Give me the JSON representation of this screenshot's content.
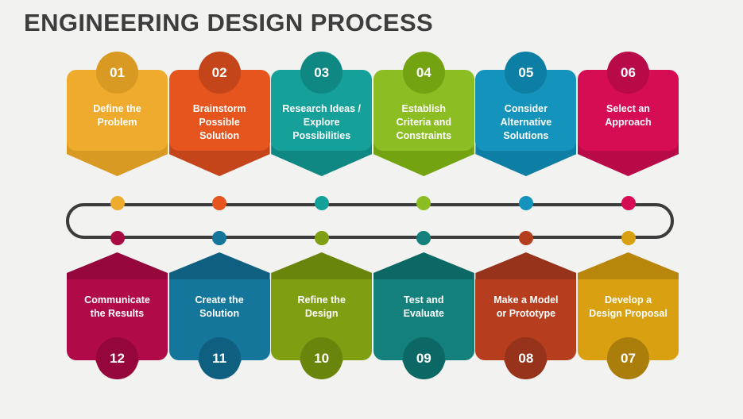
{
  "header": {
    "title": "ENGINEERING DESIGN PROCESS",
    "title_color": "#3d3d3d"
  },
  "canvas": {
    "background_color": "#f2f2f1",
    "connector_color": "#3c3c3c"
  },
  "top_row": [
    {
      "number": "01",
      "label": "Define the\nProblem",
      "color": "#eeab2d",
      "point_color": "#d99a23",
      "badge_color": "#d99a23",
      "dot_color": "#eeab2d"
    },
    {
      "number": "02",
      "label": "Brainstorm\nPossible\nSolution",
      "color": "#e5551d",
      "point_color": "#c4451a",
      "badge_color": "#c4451a",
      "dot_color": "#e5551d"
    },
    {
      "number": "03",
      "label": "Research Ideas /\nExplore\nPossibilities",
      "color": "#16a09a",
      "point_color": "#0f8884",
      "badge_color": "#0f8884",
      "dot_color": "#16a09a"
    },
    {
      "number": "04",
      "label": "Establish\nCriteria and\nConstraints",
      "color": "#8cbd23",
      "point_color": "#74a312",
      "badge_color": "#74a312",
      "dot_color": "#8cbd23"
    },
    {
      "number": "05",
      "label": "Consider\nAlternative\nSolutions",
      "color": "#1494bd",
      "point_color": "#0d7ea4",
      "badge_color": "#0d7ea4",
      "dot_color": "#1494bd"
    },
    {
      "number": "06",
      "label": "Select an\nApproach",
      "color": "#d60d55",
      "point_color": "#b80a48",
      "badge_color": "#b80a48",
      "dot_color": "#d60d55"
    }
  ],
  "bottom_row": [
    {
      "number": "12",
      "label": "Communicate\nthe Results",
      "color": "#b00b48",
      "point_color": "#95063c",
      "badge_color": "#95063c",
      "dot_color": "#a70941"
    },
    {
      "number": "11",
      "label": "Create the\nSolution",
      "color": "#15769c",
      "point_color": "#0f5f80",
      "badge_color": "#0f5f80",
      "dot_color": "#15769c"
    },
    {
      "number": "10",
      "label": "Refine the\nDesign",
      "color": "#7f9e12",
      "point_color": "#6a850c",
      "badge_color": "#6a850c",
      "dot_color": "#7f9e12"
    },
    {
      "number": "09",
      "label": "Test and\nEvaluate",
      "color": "#13807c",
      "point_color": "#0c6864",
      "badge_color": "#0c6864",
      "dot_color": "#13807c"
    },
    {
      "number": "08",
      "label": "Make a Model\nor Prototype",
      "color": "#b63e1f",
      "point_color": "#96331a",
      "badge_color": "#96331a",
      "dot_color": "#b63e1f"
    },
    {
      "number": "07",
      "label": "Develop a\nDesign Proposal",
      "color": "#d9a111",
      "point_color": "#b8860b",
      "badge_color": "#ab7d0a",
      "dot_color": "#d9a111"
    }
  ]
}
